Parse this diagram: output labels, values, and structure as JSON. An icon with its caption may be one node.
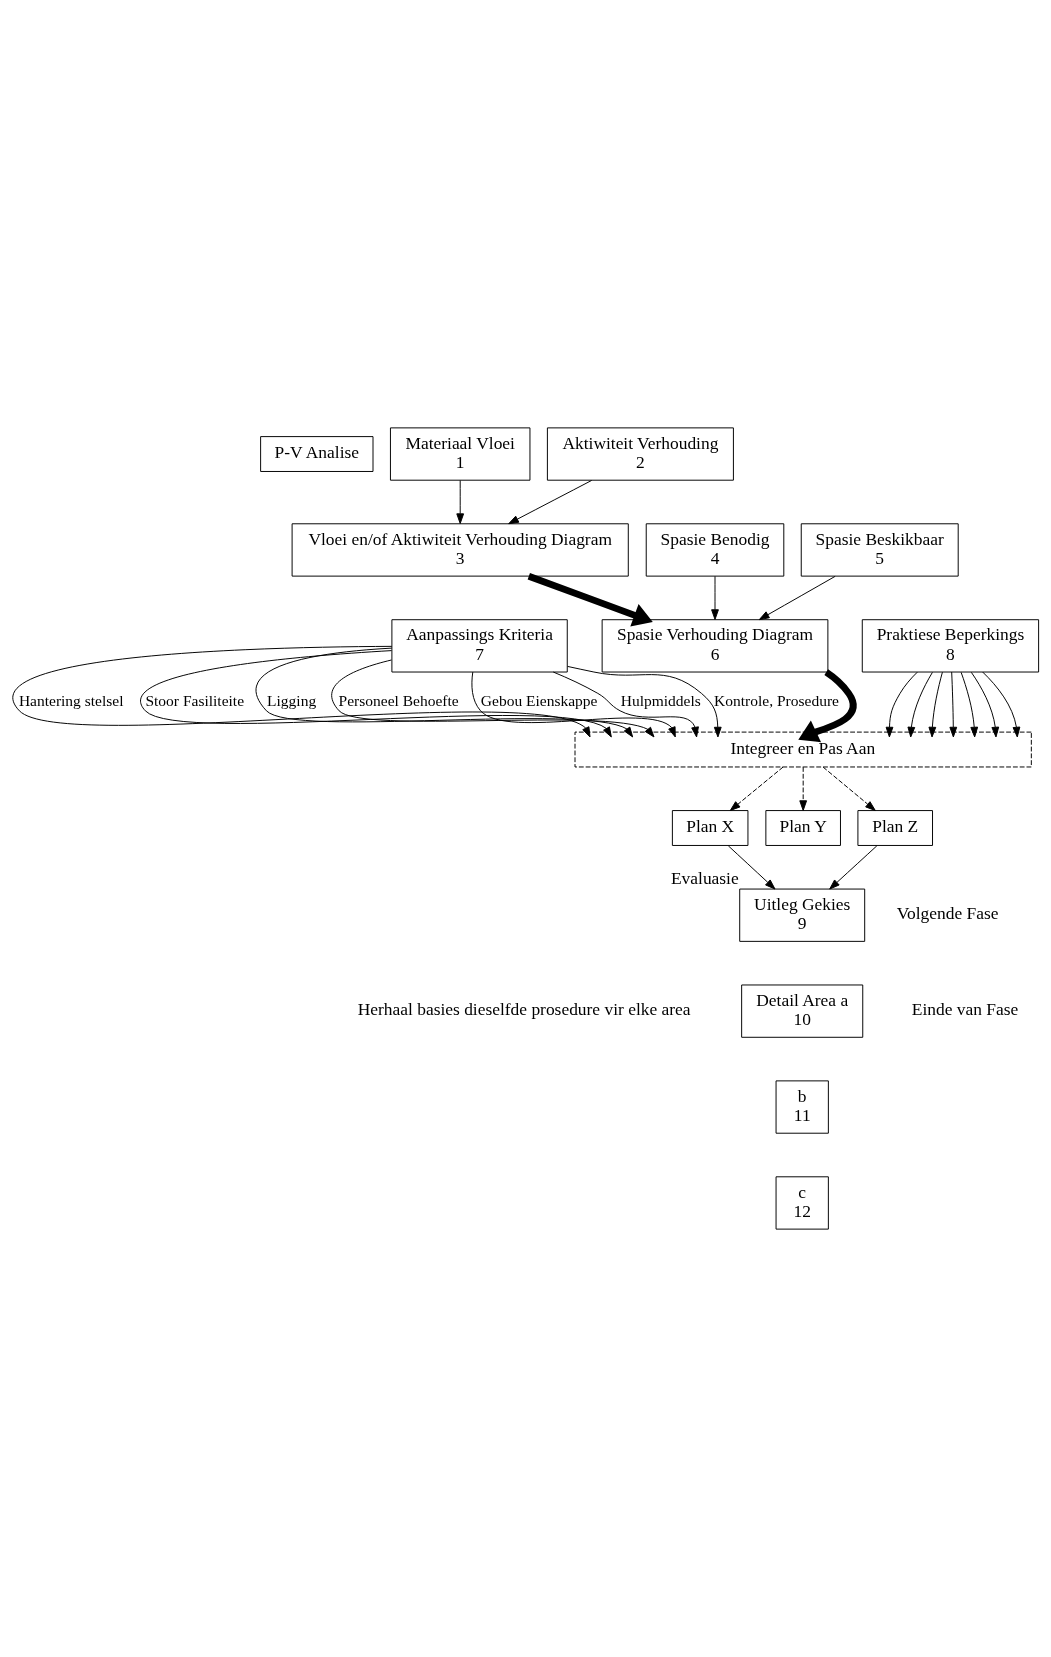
{
  "diagram": {
    "nodes": [
      {
        "text": [
          "P-V Analise"
        ]
      },
      {
        "text": [
          "Materiaal Vloei",
          "1"
        ]
      },
      {
        "text": [
          "Aktiwiteit Verhouding",
          "2"
        ]
      },
      {
        "text": [
          "Vloei en/of Aktiwiteit Verhouding Diagram",
          "3"
        ]
      },
      {
        "text": [
          "Spasie Benodig",
          "4"
        ]
      },
      {
        "text": [
          "Spasie Beskikbaar",
          "5"
        ]
      },
      {
        "text": [
          "Spasie Verhouding Diagram",
          "6"
        ]
      },
      {
        "text": [
          "Integreer en Pas Aan"
        ]
      },
      {
        "text": [
          "Aanpassings Kriteria",
          "7"
        ]
      },
      {
        "text": [
          "Praktiese Beperkings",
          "8"
        ]
      },
      {
        "text": [
          "Plan X"
        ]
      },
      {
        "text": [
          "Plan Y"
        ]
      },
      {
        "text": [
          "Plan Z"
        ]
      },
      {
        "text": [
          "Uitleg Gekies",
          "9"
        ],
        "beside": [
          "Evaluasie"
        ]
      },
      {
        "text": [
          "Detail Area a",
          "10"
        ]
      },
      {
        "text": [
          "b",
          "11"
        ]
      },
      {
        "text": [
          "c",
          "12"
        ]
      }
    ],
    "edges": [
      {
        "from": 1,
        "to": 3,
        "arrow": "to"
      },
      {
        "from": 2,
        "to": 3,
        "arrow": "to"
      },
      {
        "from": 3,
        "to": 6,
        "arrow": "to",
        "style": "thick"
      },
      {
        "from": 4,
        "to": 6,
        "arrow": "to"
      },
      {
        "from": 5,
        "to": 6,
        "arrow": "to"
      },
      {
        "from": 6,
        "to": 7,
        "arrow": "to",
        "style": "thick"
      },
      {
        "from": 8,
        "to": 7,
        "arrow": "to",
        "label": "Hantering stelsel"
      },
      {
        "from": 8,
        "to": 7,
        "arrow": "to",
        "label": "Stoor Fasiliteite"
      },
      {
        "from": 8,
        "to": 7,
        "arrow": "to",
        "label": "Ligging"
      },
      {
        "from": 8,
        "to": 7,
        "arrow": "to",
        "label": "Personeel Behoefte"
      },
      {
        "from": 8,
        "to": 7,
        "arrow": "to",
        "label": "Gebou Eienskappe"
      },
      {
        "from": 8,
        "to": 7,
        "arrow": "to",
        "label": "Hulpmiddels"
      },
      {
        "from": 8,
        "to": 7,
        "arrow": "to",
        "label": "Kontrole, Prosedure"
      },
      {
        "from": 9,
        "to": 7,
        "arrow": "to"
      },
      {
        "from": 9,
        "to": 7,
        "arrow": "to"
      },
      {
        "from": 9,
        "to": 7,
        "arrow": "to"
      },
      {
        "from": 9,
        "to": 7,
        "arrow": "to"
      },
      {
        "from": 9,
        "to": 7,
        "arrow": "to"
      },
      {
        "from": 9,
        "to": 7,
        "arrow": "to"
      },
      {
        "from": 9,
        "to": 7,
        "arrow": "to"
      },
      {
        "from": 7,
        "to": 10,
        "arrow": "to",
        "style": "dashed"
      },
      {
        "from": 7,
        "to": 11,
        "arrow": "to",
        "style": "dashed"
      },
      {
        "from": 7,
        "to": 12,
        "arrow": "to",
        "style": "dashed"
      },
      {
        "from": 10,
        "to": 13,
        "arrow": "to"
      },
      {
        "from": 12,
        "to": 13,
        "arrow": "to"
      }
    ],
    "labels": [
      "Volgende Fase",
      "Einde van Fase",
      "Herhaal basies dieselfde prosedure vir elke area"
    ]
  }
}
